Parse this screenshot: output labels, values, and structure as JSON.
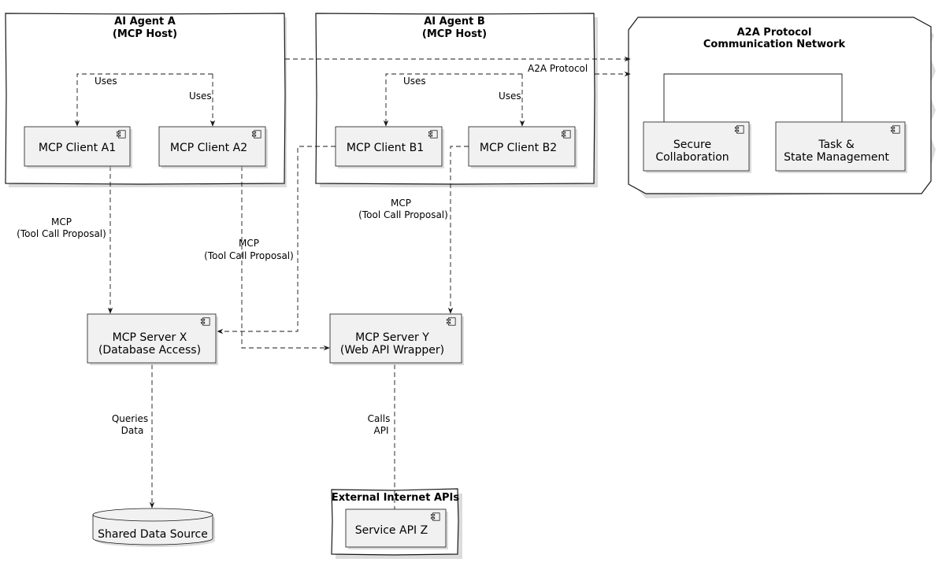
{
  "packages": {
    "agent_a": {
      "title_line1": "AI Agent A",
      "title_line2": "(MCP Host)"
    },
    "agent_b": {
      "title_line1": "AI Agent B",
      "title_line2": "(MCP Host)"
    },
    "a2a": {
      "title_line1": "A2A Protocol",
      "title_line2": "Communication Network"
    },
    "external": {
      "title": "External Internet APIs"
    }
  },
  "components": {
    "client_a1": {
      "label": "MCP Client A1"
    },
    "client_a2": {
      "label": "MCP Client A2"
    },
    "client_b1": {
      "label": "MCP Client B1"
    },
    "client_b2": {
      "label": "MCP Client B2"
    },
    "secure": {
      "line1": "Secure",
      "line2": "Collaboration"
    },
    "task": {
      "line1": "Task &",
      "line2": "State Management"
    },
    "server_x": {
      "line1": "MCP Server X",
      "line2": "(Database Access)"
    },
    "server_y": {
      "line1": "MCP Server Y",
      "line2": "(Web API Wrapper)"
    },
    "service_z": {
      "label": "Service API Z"
    },
    "shared_db": {
      "label": "Shared Data Source"
    }
  },
  "edges": {
    "uses": "Uses",
    "a2a_protocol": "A2A Protocol",
    "mcp_line1": "MCP",
    "mcp_line2": "(Tool Call Proposal)",
    "queries_line1": "Queries",
    "queries_line2": "Data",
    "calls_line1": "Calls",
    "calls_line2": "API"
  }
}
